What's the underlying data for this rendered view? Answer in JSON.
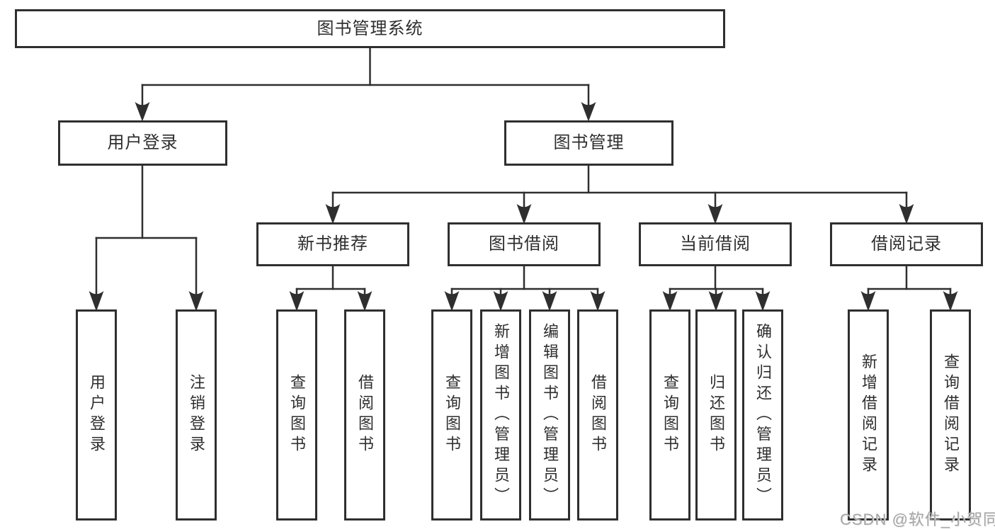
{
  "tree": {
    "root": {
      "label": "图书管理系统"
    },
    "level2": [
      {
        "label": "用户登录",
        "children": [
          {
            "label": "用户登录"
          },
          {
            "label": "注销登录"
          }
        ]
      },
      {
        "label": "图书管理",
        "children": [
          {
            "label": "新书推荐",
            "children": [
              {
                "label": "查询图书"
              },
              {
                "label": "借阅图书"
              }
            ]
          },
          {
            "label": "图书借阅",
            "children": [
              {
                "label": "查询图书"
              },
              {
                "label": "新增图书（管理员）"
              },
              {
                "label": "编辑图书（管理员）"
              },
              {
                "label": "借阅图书"
              }
            ]
          },
          {
            "label": "当前借阅",
            "children": [
              {
                "label": "查询图书"
              },
              {
                "label": "归还图书"
              },
              {
                "label": "确认归还（管理员）"
              }
            ]
          },
          {
            "label": "借阅记录",
            "children": [
              {
                "label": "新增借阅记录"
              },
              {
                "label": "查询借阅记录"
              }
            ]
          }
        ]
      }
    ]
  },
  "watermark": {
    "text": "CSDN @软件_小贺同学"
  },
  "colors": {
    "line": "#2f2f2f",
    "box_border": "#2f2f2f",
    "text": "#2e2e2e",
    "watermark": "#a6a6a6",
    "background": "#ffffff"
  }
}
